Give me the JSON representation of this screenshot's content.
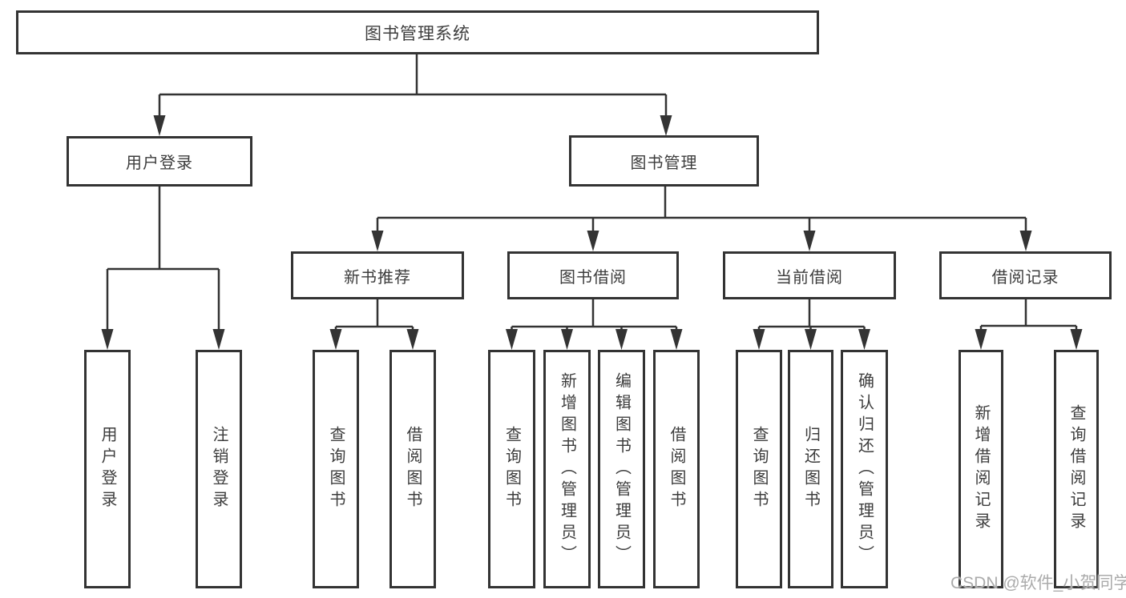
{
  "diagram": {
    "root": {
      "label": "图书管理系统"
    },
    "level2": [
      {
        "label": "用户登录"
      },
      {
        "label": "图书管理"
      }
    ],
    "level3": [
      {
        "label": "新书推荐",
        "parent": "图书管理"
      },
      {
        "label": "图书借阅",
        "parent": "图书管理"
      },
      {
        "label": "当前借阅",
        "parent": "图书管理"
      },
      {
        "label": "借阅记录",
        "parent": "图书管理"
      }
    ],
    "leaves": [
      {
        "label": "用户登录",
        "parent": "用户登录"
      },
      {
        "label": "注销登录",
        "parent": "用户登录"
      },
      {
        "label": "查询图书",
        "parent": "新书推荐"
      },
      {
        "label": "借阅图书",
        "parent": "新书推荐"
      },
      {
        "label": "查询图书",
        "parent": "图书借阅"
      },
      {
        "label": "新增图书（管理员）",
        "parent": "图书借阅"
      },
      {
        "label": "编辑图书（管理员）",
        "parent": "图书借阅"
      },
      {
        "label": "借阅图书",
        "parent": "图书借阅"
      },
      {
        "label": "查询图书",
        "parent": "当前借阅"
      },
      {
        "label": "归还图书",
        "parent": "当前借阅"
      },
      {
        "label": "确认归还（管理员）",
        "parent": "当前借阅"
      },
      {
        "label": "新增借阅记录",
        "parent": "借阅记录"
      },
      {
        "label": "查询借阅记录",
        "parent": "借阅记录"
      }
    ],
    "colors": {
      "line": "#333333",
      "text": "#3d3d3d",
      "background": "#ffffff",
      "watermark": "#ababab"
    }
  },
  "watermark": {
    "text": "CSDN @软件_小贺同学"
  }
}
